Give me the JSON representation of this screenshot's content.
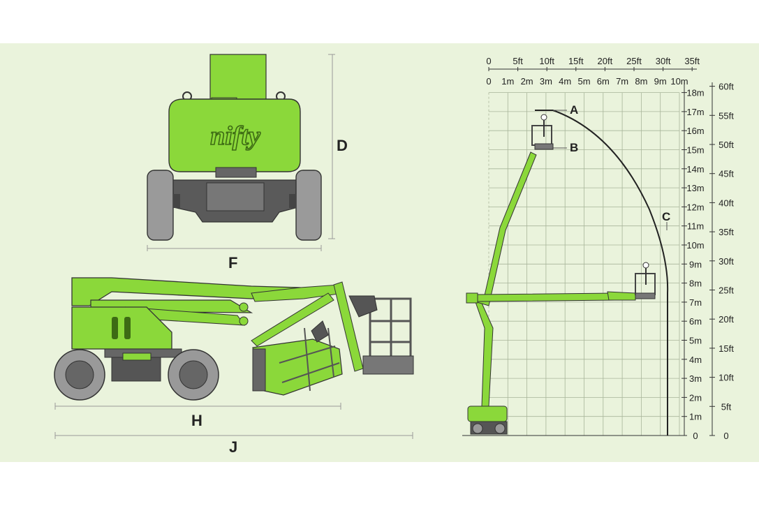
{
  "dimension_labels": {
    "D": "D",
    "F": "F",
    "H": "H",
    "J": "J"
  },
  "brand": "nifty",
  "point_labels": {
    "A": "A",
    "B": "B",
    "C": "C"
  },
  "feet_axis_top": [
    "0",
    "5ft",
    "10ft",
    "15ft",
    "20ft",
    "25ft",
    "30ft",
    "35ft"
  ],
  "meter_axis_top": [
    "0",
    "1m",
    "2m",
    "3m",
    "4m",
    "5m",
    "6m",
    "7m",
    "8m",
    "9m",
    "10m"
  ],
  "meter_axis_right": [
    "0",
    "1m",
    "2m",
    "3m",
    "4m",
    "5m",
    "6m",
    "7m",
    "8m",
    "9m",
    "10m",
    "11m",
    "12m",
    "13m",
    "14m",
    "15m",
    "16m",
    "17m",
    "18m"
  ],
  "feet_axis_right": [
    "0",
    "5ft",
    "10ft",
    "15ft",
    "20ft",
    "25ft",
    "30ft",
    "35ft",
    "40ft",
    "45ft",
    "50ft",
    "55ft",
    "60ft"
  ],
  "colors": {
    "machine_green": "#8bd83a",
    "dark_green": "#3d6b14",
    "grey": "#6b6b6b",
    "background": "#eaf3dc"
  }
}
